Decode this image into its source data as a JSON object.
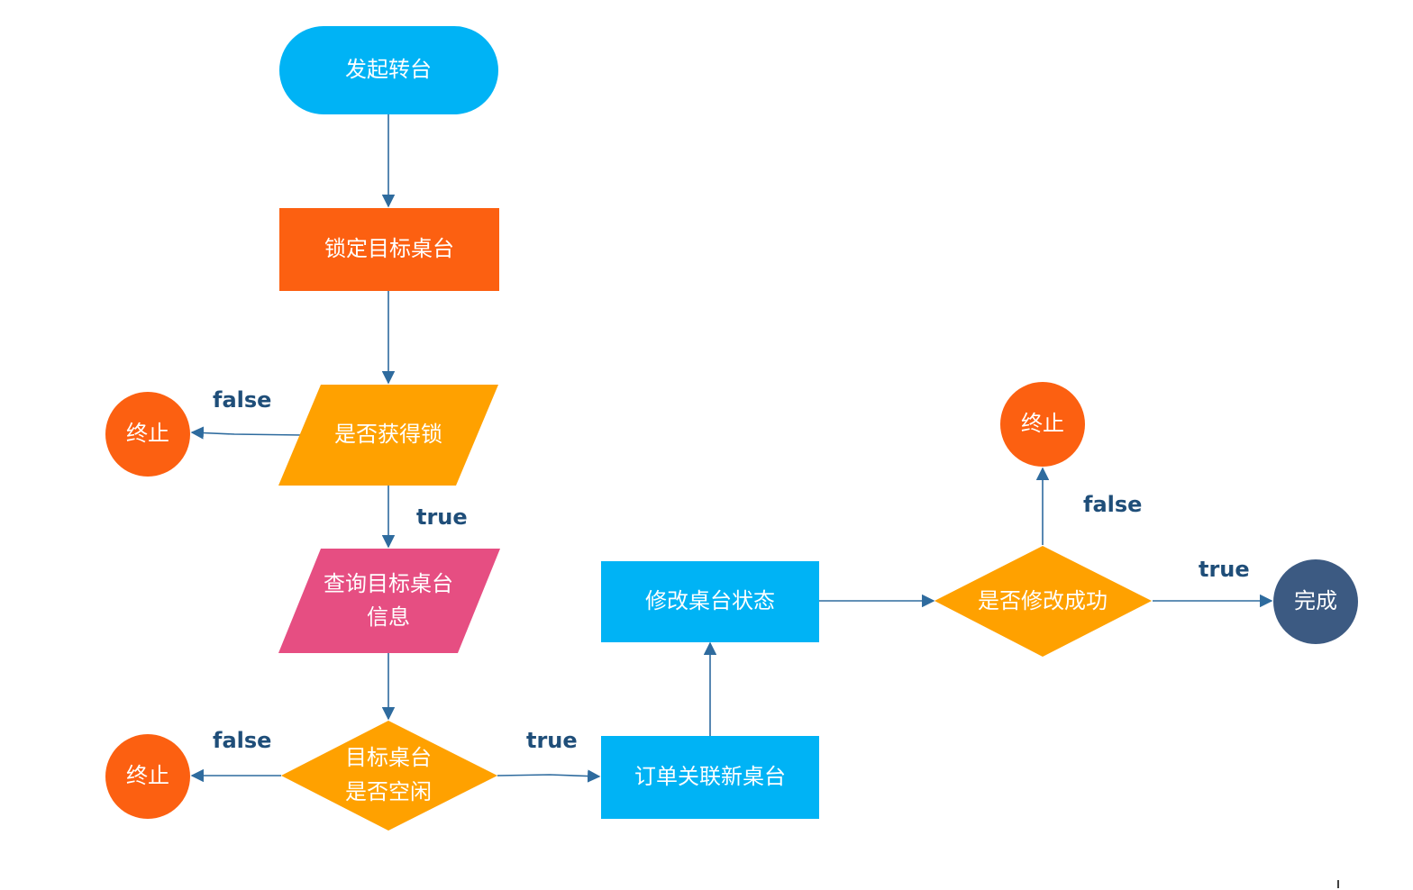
{
  "colors": {
    "cyan": "#00b3f5",
    "orange_red": "#fc6011",
    "amber": "#ffa100",
    "pink": "#e64e82",
    "navy": "#3c5a82",
    "edge": "#2e6b9e",
    "edge_label": "#1f4e79"
  },
  "nodes": {
    "start": "发起转台",
    "lock": "锁定目标桌台",
    "got_lock": "是否获得锁",
    "end_left_top": "终止",
    "query_line1": "查询目标桌台",
    "query_line2": "信息",
    "idle_line1": "目标桌台",
    "idle_line2": "是否空闲",
    "end_left_bottom": "终止",
    "link_order": "订单关联新桌台",
    "modify_status": "修改桌台状态",
    "modified_ok": "是否修改成功",
    "end_right_top": "终止",
    "done": "完成"
  },
  "edge_labels": {
    "lock_false": "false",
    "lock_true": "true",
    "idle_false": "false",
    "idle_true": "true",
    "modify_false": "false",
    "modify_true": "true"
  }
}
